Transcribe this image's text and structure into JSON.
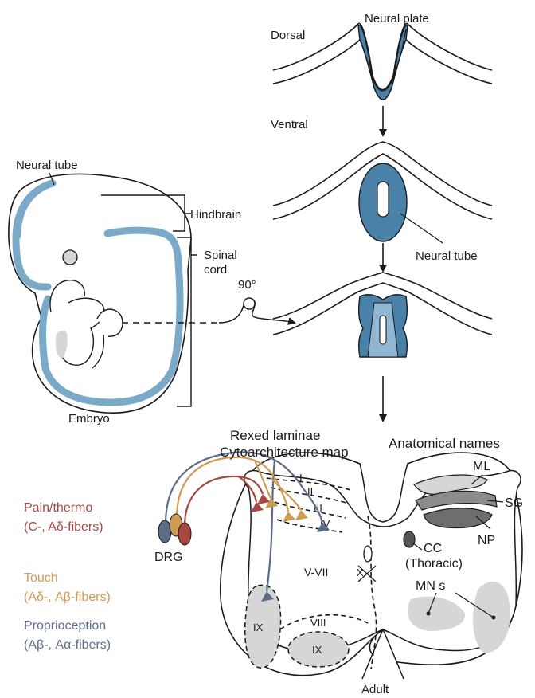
{
  "colors": {
    "neural_blue": "#4a81a9",
    "neural_light": "#8fb7d3",
    "neural_tube_outline": "#7ba9c8",
    "pain": "#a8463f",
    "touch": "#cf9a52",
    "proprio": "#5d6d89",
    "gray_light": "#d6d6d6",
    "gray_mid": "#8c8c8c",
    "gray_dark": "#6e6e6e"
  },
  "labels": {
    "dorsal": "Dorsal",
    "ventral": "Ventral",
    "neural_plate": "Neural plate",
    "neural_tube_left": "Neural tube",
    "neural_tube_mid": "Neural tube",
    "hindbrain": "Hindbrain",
    "spinal": "Spinal",
    "cord": "cord",
    "rotation": "90°",
    "embryo": "Embryo",
    "adult": "Adult",
    "rexed_line1": "Rexed laminae",
    "rexed_line2": "Cytoarchitecture map",
    "anatomical": "Anatomical names",
    "drg": "DRG",
    "ml": "ML",
    "sg": "SG",
    "np": "NP",
    "cc": "CC",
    "thoracic": "(Thoracic)",
    "mns": "MN s"
  },
  "laminae": {
    "i": "I",
    "ii": "II",
    "iii": "III",
    "iv": "IV",
    "v_vii": "V-VII",
    "viii": "VIII",
    "x": "X",
    "ix_left": "IX",
    "ix_bottom": "IX"
  },
  "legend": [
    {
      "line1": "Pain/thermo",
      "line2": "(C-, Aδ-fibers)",
      "color_key": "pain"
    },
    {
      "line1": "Touch",
      "line2": "(Aδ-, Aβ-fibers)",
      "color_key": "touch"
    },
    {
      "line1": "Proprioception",
      "line2": "(Aβ-, Aα-fibers)",
      "color_key": "proprio"
    }
  ]
}
